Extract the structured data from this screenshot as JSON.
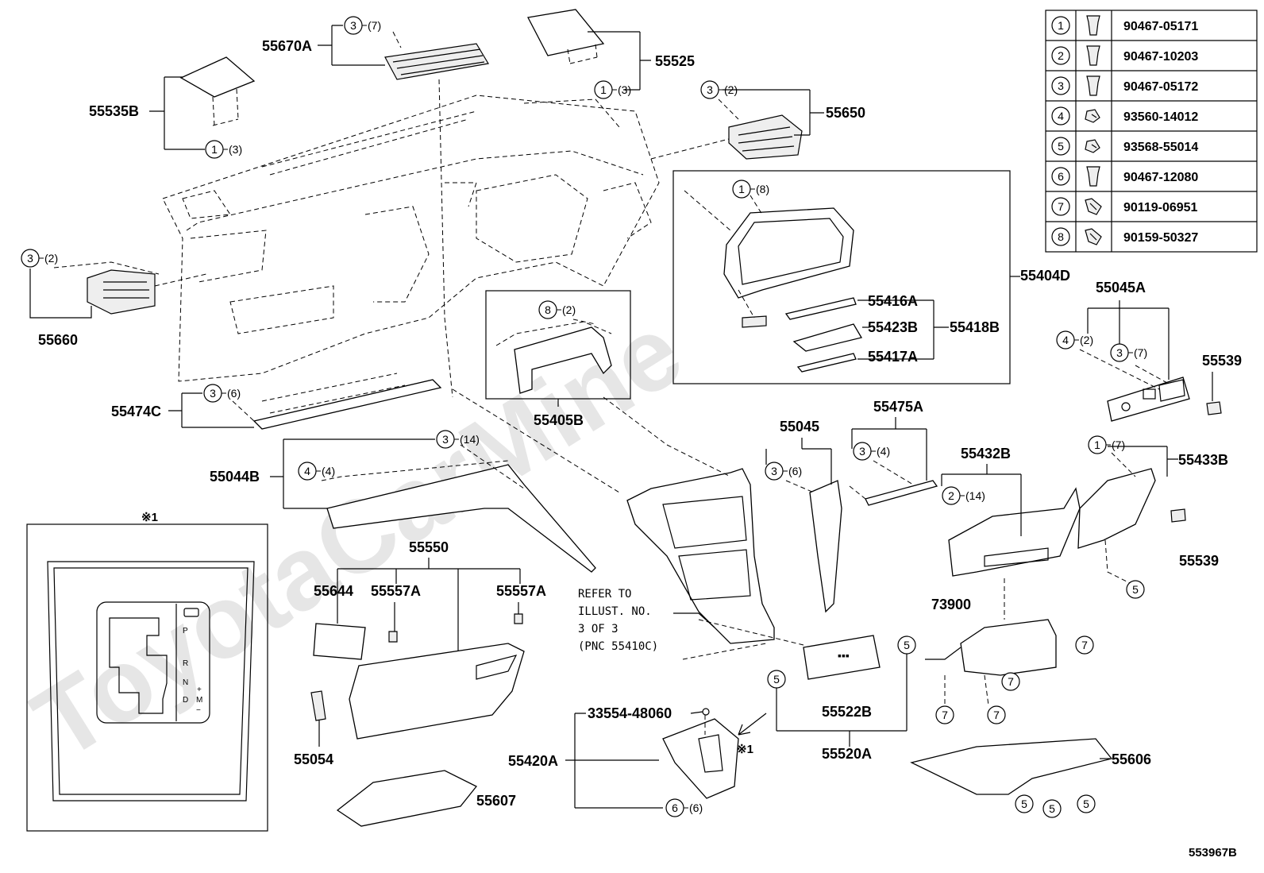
{
  "watermark": "ToyotaCarMine",
  "diagram_id": "553967B",
  "fastener_table": [
    {
      "no": "1",
      "part": "90467-05171",
      "icon": "clip-icon"
    },
    {
      "no": "2",
      "part": "90467-10203",
      "icon": "clip-icon"
    },
    {
      "no": "3",
      "part": "90467-05172",
      "icon": "clip-icon"
    },
    {
      "no": "4",
      "part": "93560-14012",
      "icon": "screw-icon"
    },
    {
      "no": "5",
      "part": "93568-55014",
      "icon": "screw-icon"
    },
    {
      "no": "6",
      "part": "90467-12080",
      "icon": "clip-icon"
    },
    {
      "no": "7",
      "part": "90119-06951",
      "icon": "bolt-icon"
    },
    {
      "no": "8",
      "part": "90159-50327",
      "icon": "bolt-icon"
    }
  ],
  "labels": {
    "p55670A": "55670A",
    "p55525": "55525",
    "p55535B": "55535B",
    "p55650": "55650",
    "p55660": "55660",
    "p55404D": "55404D",
    "p55416A": "55416A",
    "p55423B": "55423B",
    "p55418B": "55418B",
    "p55417A": "55417A",
    "p55474C": "55474C",
    "p55405B": "55405B",
    "p55045A": "55045A",
    "p55539a": "55539",
    "p55539b": "55539",
    "p55045": "55045",
    "p55475A": "55475A",
    "p55044B": "55044B",
    "p55432B": "55432B",
    "p55433B": "55433B",
    "p55550": "55550",
    "p55644": "55644",
    "p55557Aa": "55557A",
    "p55557Ab": "55557A",
    "p73900": "73900",
    "p55054": "55054",
    "p33554": "33554-48060",
    "p55420A": "55420A",
    "p55522B": "55522B",
    "p55520A": "55520A",
    "p55606": "55606",
    "p55607": "55607"
  },
  "callouts": [
    {
      "id": "c-3-7",
      "no": "3",
      "qty": "(7)"
    },
    {
      "id": "c-1-3a",
      "no": "1",
      "qty": "(3)"
    },
    {
      "id": "c-1-3b",
      "no": "1",
      "qty": "(3)"
    },
    {
      "id": "c-3-2a",
      "no": "3",
      "qty": "(2)"
    },
    {
      "id": "c-3-2b",
      "no": "3",
      "qty": "(2)"
    },
    {
      "id": "c-1-8",
      "no": "1",
      "qty": "(8)"
    },
    {
      "id": "c-8-2",
      "no": "8",
      "qty": "(2)"
    },
    {
      "id": "c-3-6a",
      "no": "3",
      "qty": "(6)"
    },
    {
      "id": "c-4-2",
      "no": "4",
      "qty": "(2)"
    },
    {
      "id": "c-3-7b",
      "no": "3",
      "qty": "(7)"
    },
    {
      "id": "c-3-14",
      "no": "3",
      "qty": "(14)"
    },
    {
      "id": "c-4-4",
      "no": "4",
      "qty": "(4)"
    },
    {
      "id": "c-3-6b",
      "no": "3",
      "qty": "(6)"
    },
    {
      "id": "c-3-4",
      "no": "3",
      "qty": "(4)"
    },
    {
      "id": "c-2-14",
      "no": "2",
      "qty": "(14)"
    },
    {
      "id": "c-1-7",
      "no": "1",
      "qty": "(7)"
    },
    {
      "id": "c-6-6",
      "no": "6",
      "qty": "(6)"
    }
  ],
  "single_callouts": [
    "5",
    "5",
    "5",
    "5",
    "5",
    "5",
    "7",
    "7",
    "7",
    "7"
  ],
  "refer_note": [
    "REFER TO",
    "ILLUST. NO.",
    "3 OF 3",
    "(PNC 55410C)"
  ],
  "inset_mark": "※1",
  "inset_arrow_mark": "※1",
  "shifter_letters": [
    "P",
    "R",
    "N",
    "D",
    "+",
    "M",
    "−"
  ]
}
